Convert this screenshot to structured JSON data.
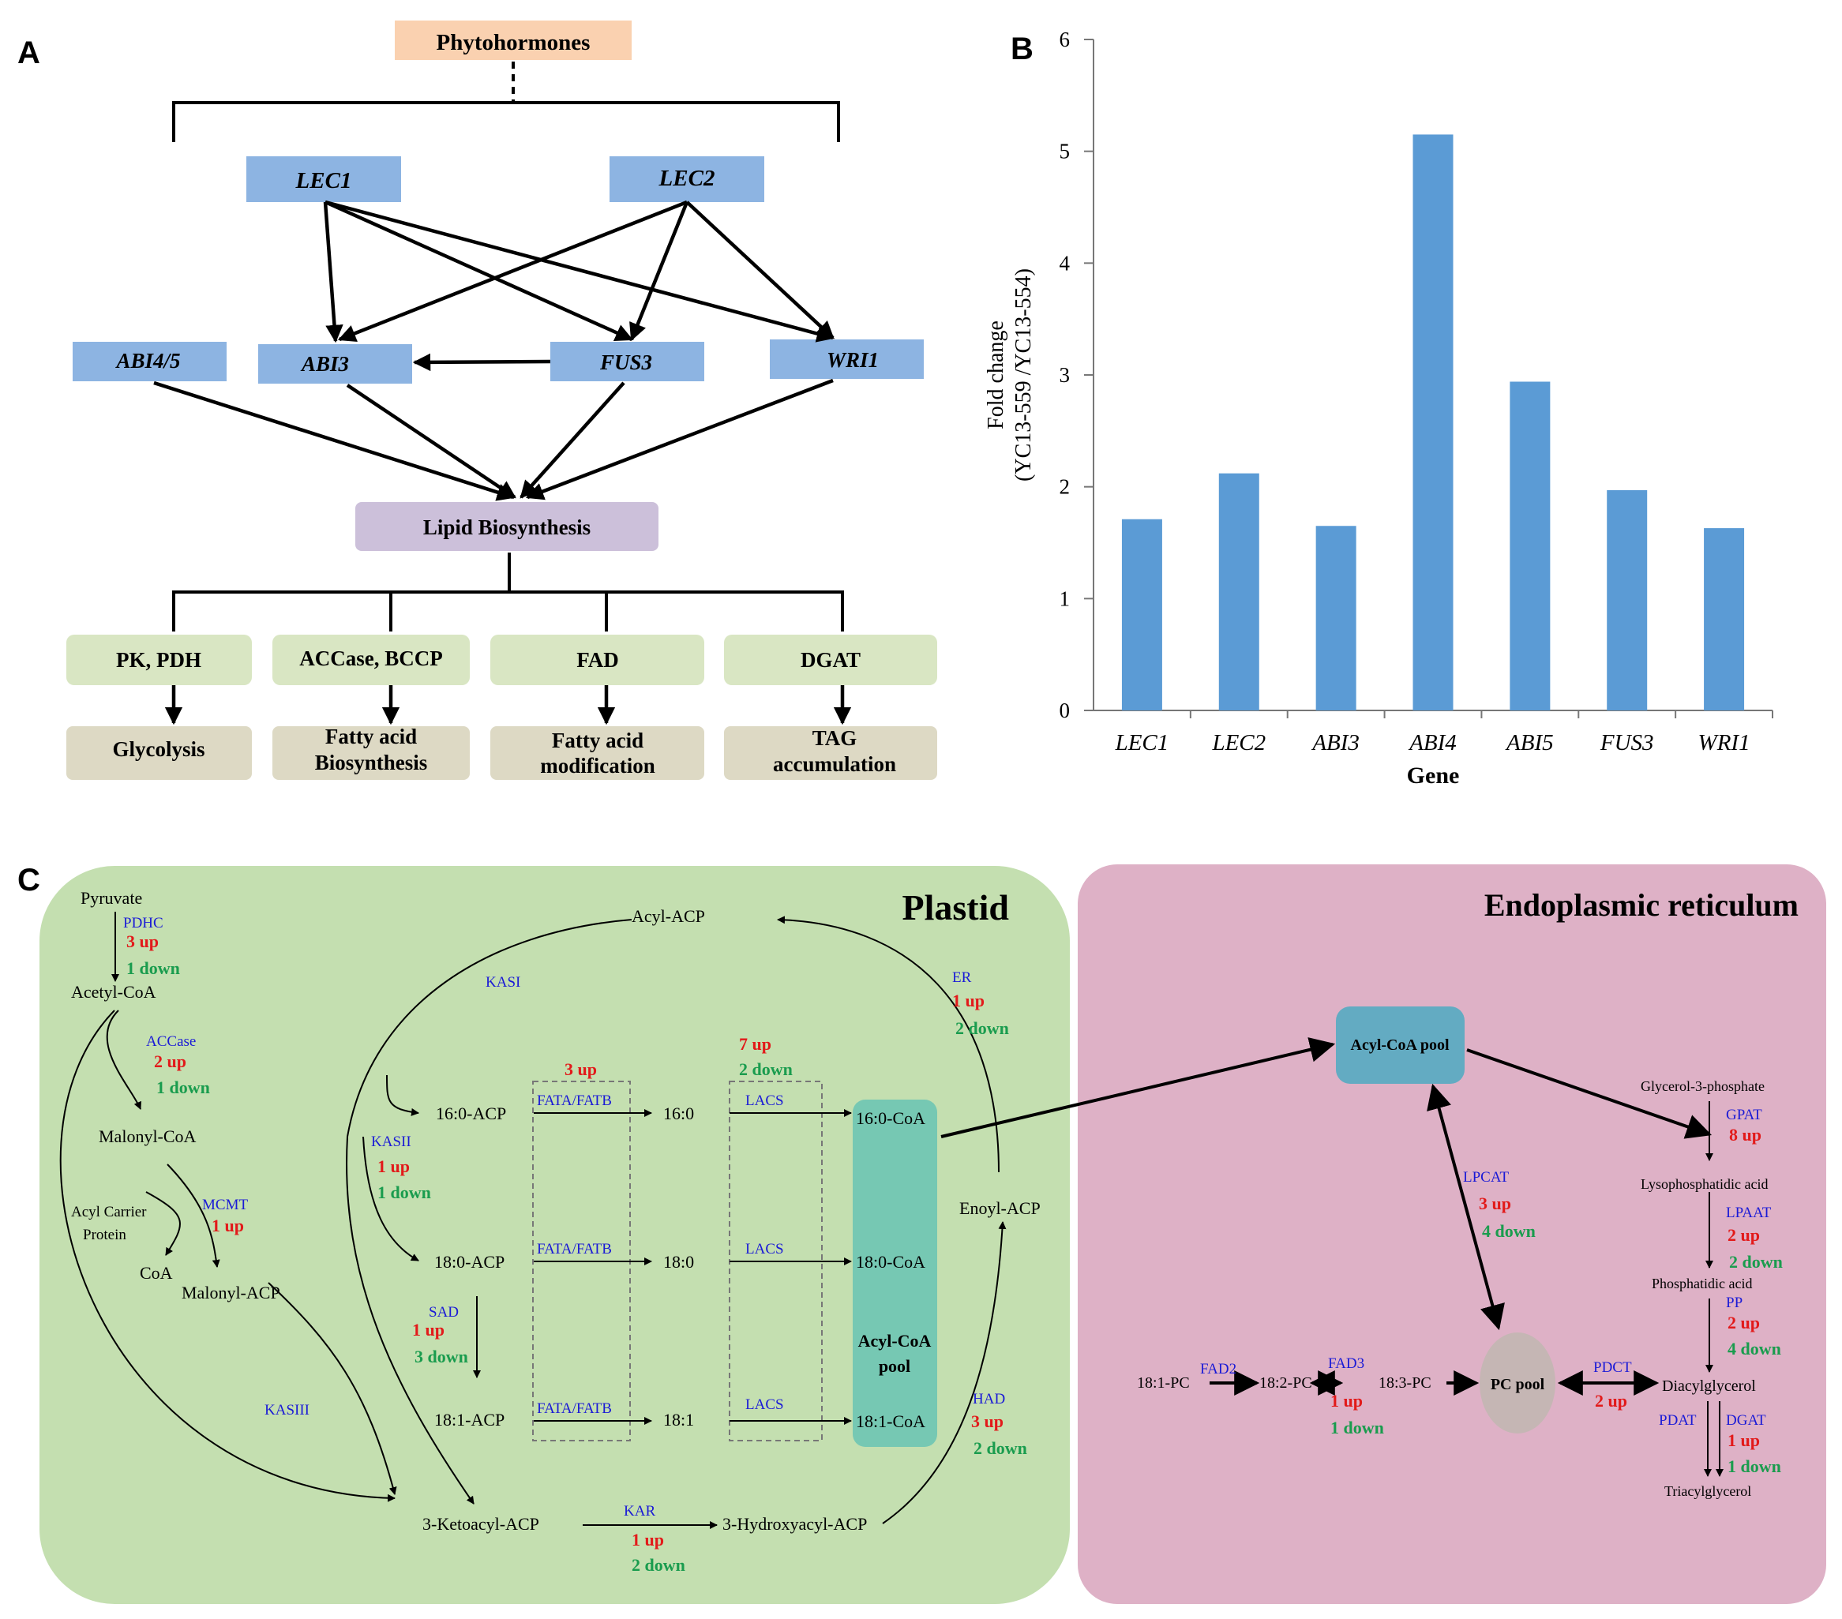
{
  "panel_labels": {
    "a": "A",
    "b": "B",
    "c": "C"
  },
  "colors": {
    "gene_box": "#8db4e2",
    "hormone_box": "#fad1b0",
    "lipid_box": "#ccc0da",
    "enzyme_box": "#d9e6c3",
    "process_box": "#ddd9c4",
    "bar": "#5b9bd5",
    "plastid_bg": "#c4dfb0",
    "er_bg": "#deb1c6",
    "acyl_pool_plastid": "#76c8b3",
    "acyl_pool_er": "#63abc2",
    "pc_pool": "#c5b6b4",
    "enzyme_label": "#1a1ad6",
    "up": "#e21a1a",
    "down": "#1a9c4e"
  },
  "panelA": {
    "hormone": "Phytohormones",
    "genes": {
      "lec1": "LEC1",
      "lec2": "LEC2",
      "abi45": "ABI4/5",
      "abi3": "ABI3",
      "fus3": "FUS3",
      "wri1": "WRI1"
    },
    "lipid": "Lipid  Biosynthesis",
    "enzymes": [
      "PK, PDH",
      "ACCase, BCCP",
      "FAD",
      "DGAT"
    ],
    "processes": [
      {
        "line1": "Glycolysis",
        "line2": ""
      },
      {
        "line1": "Fatty acid",
        "line2": "Biosynthesis"
      },
      {
        "line1": "Fatty acid",
        "line2": "modification"
      },
      {
        "line1": "TAG",
        "line2": "accumulation"
      }
    ]
  },
  "chart_data": {
    "type": "bar",
    "categories": [
      "LEC1",
      "LEC2",
      "ABI3",
      "ABI4",
      "ABI5",
      "FUS3",
      "WRI1"
    ],
    "values": [
      1.71,
      2.12,
      1.65,
      5.15,
      2.94,
      1.97,
      1.63
    ],
    "title": "",
    "xlabel": "Gene",
    "ylabel_line1": "Fold change",
    "ylabel_line2": "(YC13-559 /YC13-554)",
    "ylim": [
      0,
      6
    ],
    "yticks": [
      "0",
      "1",
      "2",
      "3",
      "4",
      "5",
      "6"
    ],
    "grid": false,
    "legend": "none"
  },
  "panelC": {
    "plastid_title": "Plastid",
    "er_title": "Endoplasmic reticulum",
    "metabolites": {
      "pyruvate": "Pyruvate",
      "acetyl_coa": "Acetyl-CoA",
      "malonyl_coa": "Malonyl-CoA",
      "acp_line1": "Acyl Carrier",
      "acp_line2": "Protein",
      "coa": "CoA",
      "malonyl_acp": "Malonyl-ACP",
      "acyl_acp": "Acyl-ACP",
      "acp160": "16:0-ACP",
      "acp180": "18:0-ACP",
      "acp181": "18:1-ACP",
      "fa160": "16:0",
      "fa180": "18:0",
      "fa181": "18:1",
      "coa160": "16:0-CoA",
      "coa180": "18:0-CoA",
      "coa181": "18:1-CoA",
      "pool_line1": "Acyl-CoA",
      "pool_line2": "pool",
      "enoyl_acp": "Enoyl-ACP",
      "ketoacyl_acp": "3-Ketoacyl-ACP",
      "hydroxyacyl_acp": "3-Hydroxyacyl-ACP",
      "er_pool": "Acyl-CoA pool",
      "g3p": "Glycerol-3-phosphate",
      "lpa": "Lysophosphatidic acid",
      "pa": "Phosphatidic acid",
      "dag": "Diacylglycerol",
      "tag": "Triacylglycerol",
      "pc181": "18:1-PC",
      "pc182": "18:2-PC",
      "pc183": "18:3-PC",
      "pc_pool": "PC pool"
    },
    "enzymes": {
      "pdhc": "PDHC",
      "accase": "ACCase",
      "mcmt": "MCMT",
      "kasiii": "KASIII",
      "kasi": "KASI",
      "kasii": "KASII",
      "sad": "SAD",
      "fata1": "FATA/FATB",
      "fata2": "FATA/FATB",
      "fata3": "FATA/FATB",
      "lacs1": "LACS",
      "lacs2": "LACS",
      "lacs3": "LACS",
      "er": "ER",
      "had": "HAD",
      "kar": "KAR",
      "gpat": "GPAT",
      "lpaat": "LPAAT",
      "pp": "PP",
      "pdat": "PDAT",
      "dgat": "DGAT",
      "lpcat": "LPCAT",
      "pdct": "PDCT",
      "fad2": "FAD2",
      "fad3": "FAD3"
    },
    "counts": {
      "pdhc_up": "3 up",
      "pdhc_down": "1 down",
      "accase_up": "2 up",
      "accase_down": "1 down",
      "mcmt_up": "1 up",
      "kasii_up": "1 up",
      "kasii_down": "1 down",
      "sad_up": "1 up",
      "sad_down": "3 down",
      "fata_up": "3 up",
      "lacs_up": "7 up",
      "lacs_down": "2 down",
      "er_up": "1 up",
      "er_down": "2 down",
      "had_up": "3 up",
      "had_down": "2 down",
      "kar_up": "1 up",
      "kar_down": "2 down",
      "gpat_up": "8 up",
      "lpaat_up": "2 up",
      "lpaat_down": "2 down",
      "pp_up": "2 up",
      "pp_down": "4 down",
      "dgat_up": "1 up",
      "dgat_down": "1 down",
      "lpcat_up": "3 up",
      "lpcat_down": "4 down",
      "pdct_up": "2 up",
      "fad3_up": "1 up",
      "fad3_down": "1 down"
    }
  }
}
